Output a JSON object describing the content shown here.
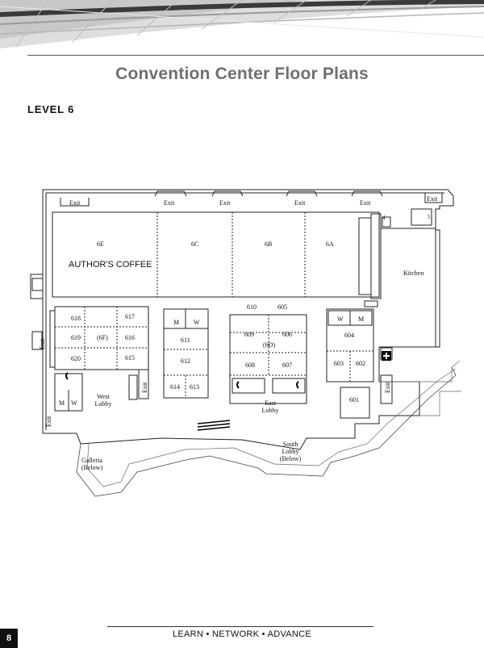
{
  "page": {
    "title": "Convention Center Floor Plans",
    "level_label": "LEVEL 6",
    "footer": "LEARN  •  NETWORK  • ADVANCE",
    "page_number": "8"
  },
  "floor_plan": {
    "exits": [
      "Exit",
      "Exit",
      "Exit",
      "Exit",
      "Exit",
      "Exit",
      "Exit",
      "Exit",
      "Exit",
      "Exit"
    ],
    "rooms": {
      "r6E": "6E",
      "r6C": "6C",
      "r6B": "6B",
      "r6A": "6A",
      "r610": "610",
      "r605": "605",
      "r609": "609",
      "r606": "606",
      "r6D": "(6D)",
      "r608": "608",
      "r607": "607",
      "r618": "618",
      "r617": "617",
      "r619": "619",
      "r6F": "(6F)",
      "r616": "616",
      "r620": "620",
      "r615": "615",
      "r611": "611",
      "r612": "612",
      "r614": "614",
      "r613": "613",
      "r604": "604",
      "r603": "603",
      "r602": "602",
      "r601": "601"
    },
    "restrooms": {
      "m1": "M",
      "w1": "W",
      "m2": "M",
      "w2": "W",
      "m3": "M",
      "w3": "W"
    },
    "areas": {
      "authors_coffee": "AUTHOR'S COFFEE",
      "kitchen": "Kitchen",
      "west_lobby_1": "West",
      "west_lobby_2": "Lobby",
      "east_lobby_1": "East",
      "east_lobby_2": "Lobby",
      "south_lobby_1": "South",
      "south_lobby_2": "Lobby",
      "south_lobby_3": "(Below)",
      "galleria_1": "Galleria",
      "galleria_2": "(Below)",
      "marker_4": "4",
      "marker_5": "5"
    }
  }
}
